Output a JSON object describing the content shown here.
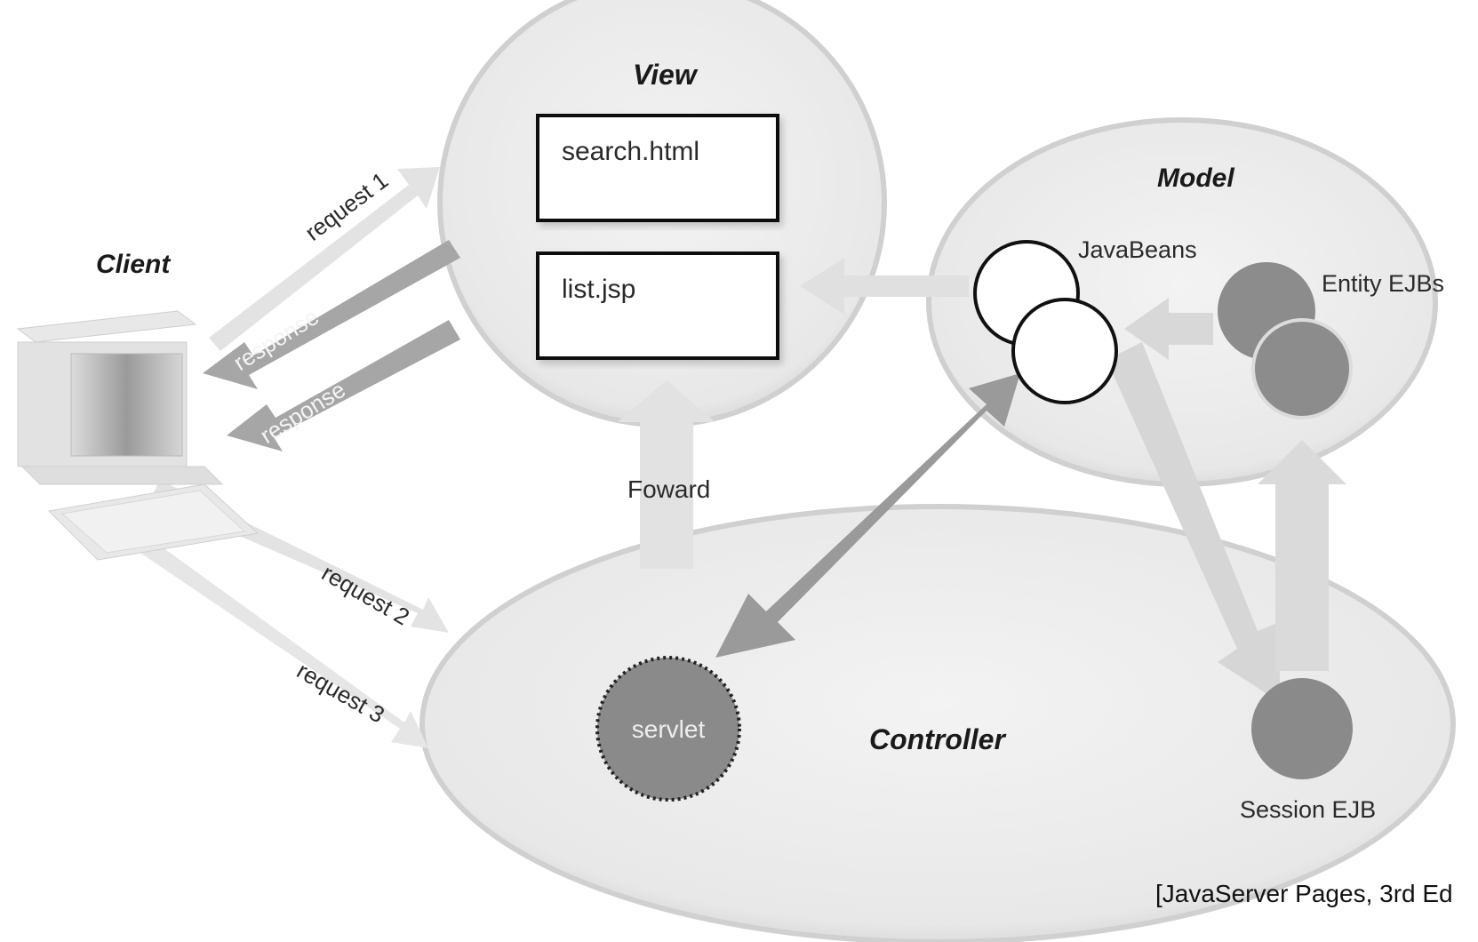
{
  "diagram": {
    "view": {
      "title": "View",
      "pages": [
        "search.html",
        "list.jsp"
      ]
    },
    "model": {
      "title": "Model",
      "javabeans": "JavaBeans",
      "entity_ejbs": "Entity EJBs"
    },
    "client": {
      "title": "Client"
    },
    "controller": {
      "title": "Controller",
      "servlet": "servlet",
      "session_ejb": "Session EJB"
    },
    "arrows": {
      "request1": "request 1",
      "response1": "response",
      "response2": "response",
      "forward": "Foward",
      "request2": "request 2",
      "request3": "request 3"
    }
  },
  "citation": "[JavaServer Pages, 3rd Ed"
}
